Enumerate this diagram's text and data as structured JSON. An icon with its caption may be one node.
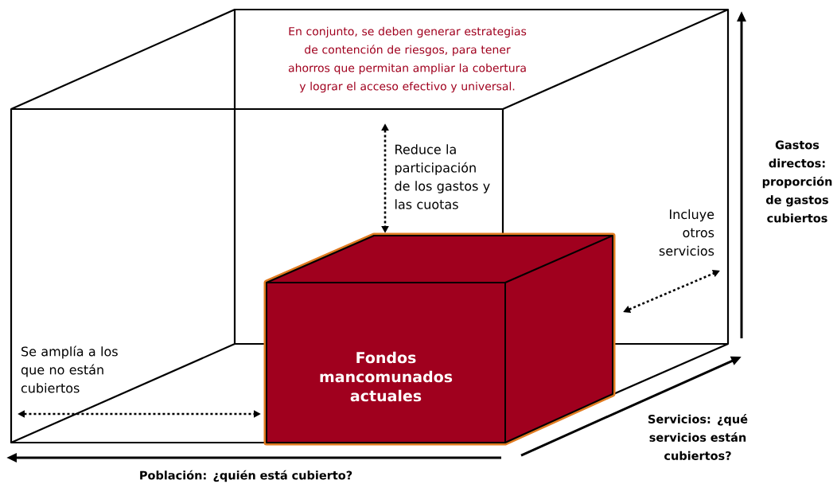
{
  "diagram": {
    "nodes": [
      {
        "text": [
          "Fondos mancomunados actuales"
        ]
      }
    ],
    "labels": [
      "En conjunto, se deben generar estrategias de contención de riesgos, para tener ahorros que permitan ampliar la cobertura y lograr el acceso efectivo y universal.",
      "Reduce la participación de los gastos y las cuotas",
      "Incluye otros servicios",
      "Gastos directos: proporción de gastos cubiertos",
      "Se amplía a los que no están cubiertos",
      "Servicios: ¿qué servicios están cubiertos?",
      "Población: ¿quién está cubierto?"
    ]
  }
}
